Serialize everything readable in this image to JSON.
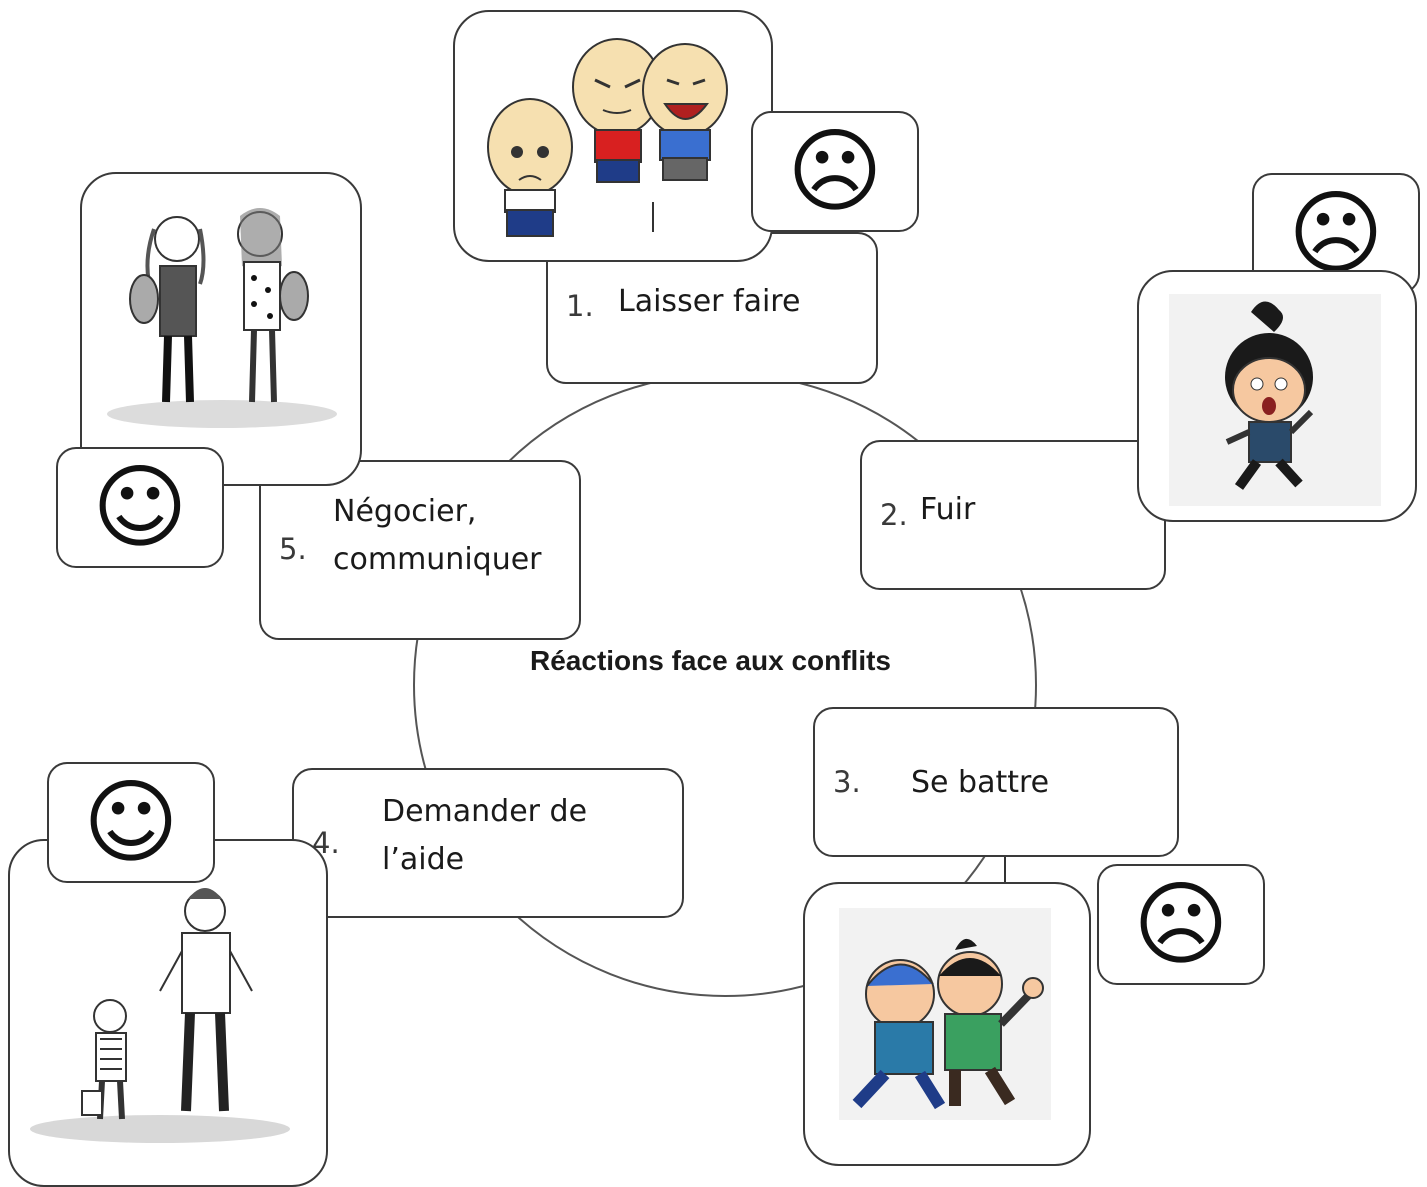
{
  "title": "Réactions face aux conflits",
  "steps": [
    {
      "number": "1.",
      "label": "Laisser faire",
      "face": "☹",
      "mood": "sad"
    },
    {
      "number": "2.",
      "label": "Fuir",
      "face": "☹",
      "mood": "sad"
    },
    {
      "number": "3.",
      "label": "Se battre",
      "face": "☹",
      "mood": "sad"
    },
    {
      "number": "4.",
      "label_line1": "Demander de",
      "label_line2": "l’aide",
      "face": "☺",
      "mood": "happy"
    },
    {
      "number": "5.",
      "label_line1": "Négocier,",
      "label_line2": "communiquer",
      "face": "☺",
      "mood": "happy"
    }
  ],
  "illustrations": [
    {
      "step": 1,
      "subject": "two bullies laughing at a sad child"
    },
    {
      "step": 2,
      "subject": "frightened girl running away"
    },
    {
      "step": 3,
      "subject": "two boys fighting"
    },
    {
      "step": 4,
      "subject": "child talking to an adult"
    },
    {
      "step": 5,
      "subject": "two girls talking"
    }
  ]
}
